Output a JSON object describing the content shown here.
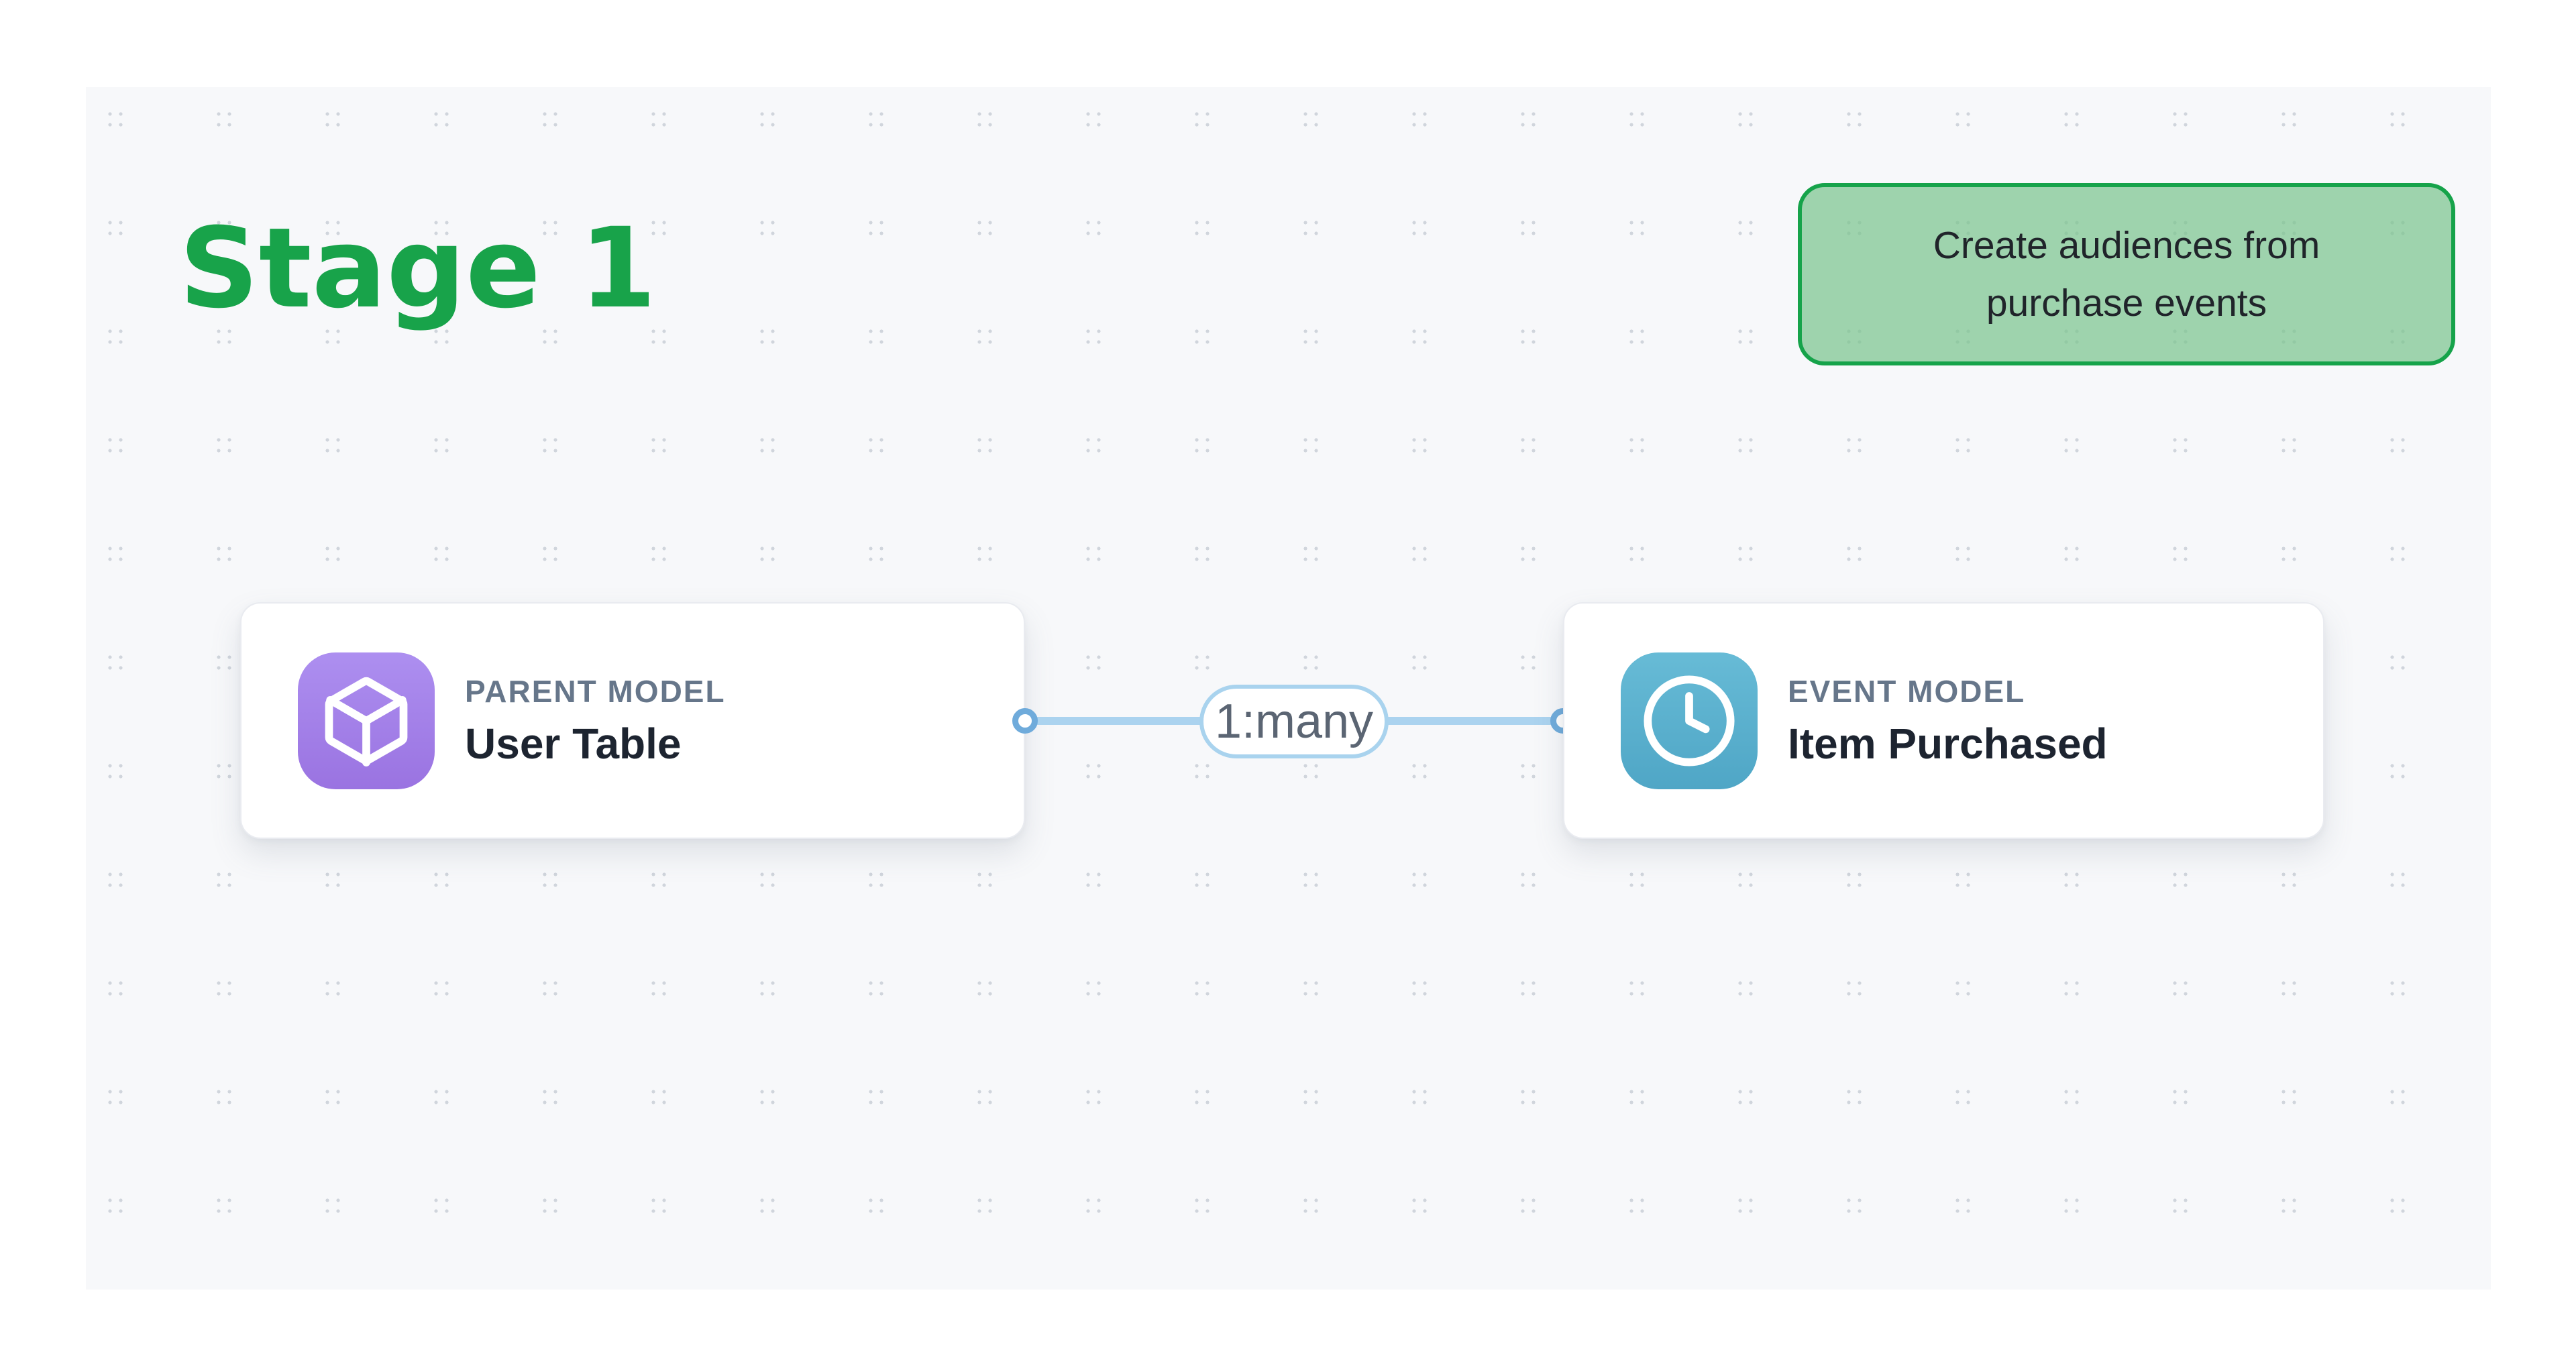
{
  "canvas": {
    "stage_title": "Stage 1",
    "annotation": {
      "line1": "Create audiences from",
      "line2": "purchase events"
    },
    "nodes": [
      {
        "type_label": "PARENT MODEL",
        "title": "User Table",
        "icon": "cube-icon"
      },
      {
        "type_label": "EVENT MODEL",
        "title": "Item Purchased",
        "icon": "clock-icon"
      }
    ],
    "edge": {
      "label": "1:many"
    }
  },
  "colors": {
    "stage_title_green": "#18a34a",
    "annotation_border_green": "#16a34a",
    "annotation_fill_green": "#9fd3ad",
    "parent_icon_purple": "#a284e8",
    "event_icon_teal": "#5bb1ce",
    "edge_blue": "#abd3ef",
    "edge_handle_blue": "#6fabdb",
    "node_type_gray": "#66768a",
    "node_title_dark": "#1d2430",
    "canvas_background": "#f7f8fa",
    "dot_grid_gray": "#d0d5dc"
  }
}
